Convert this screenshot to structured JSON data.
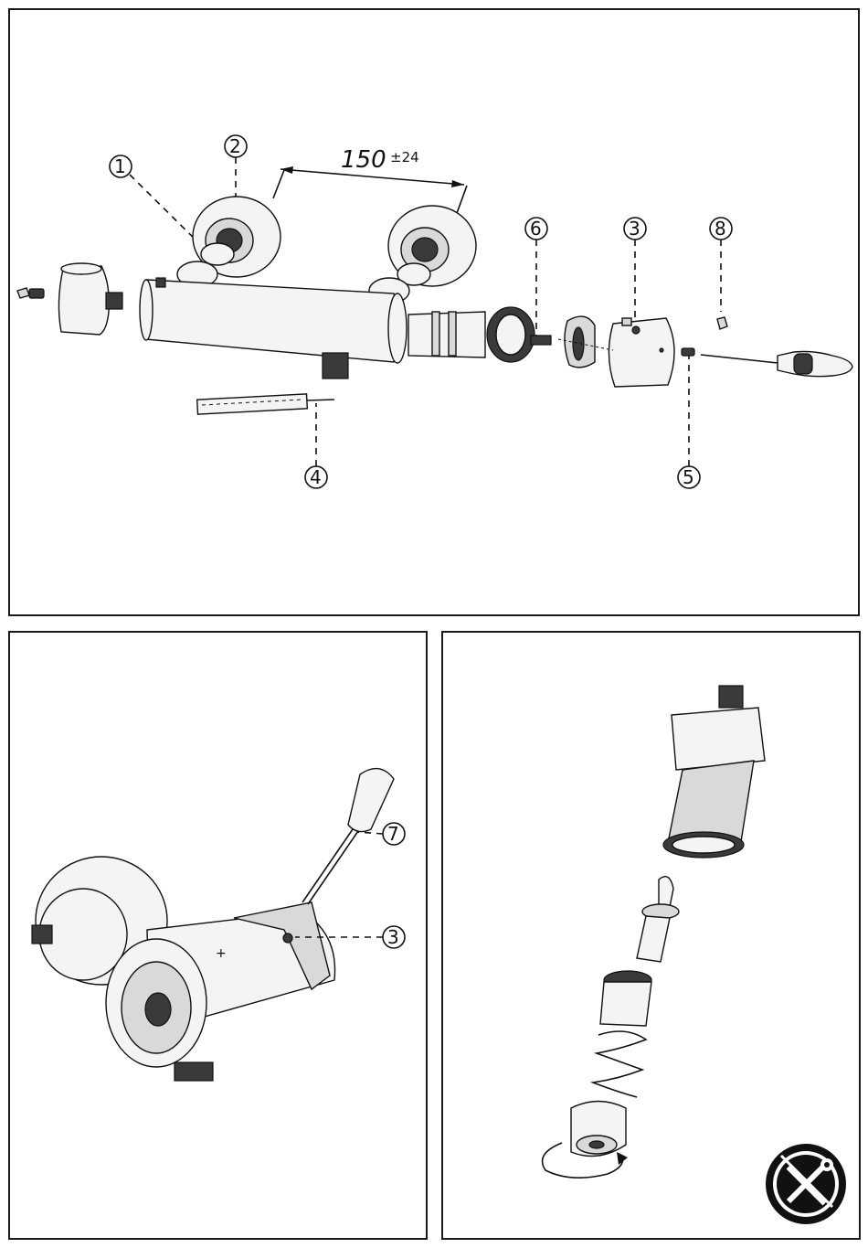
{
  "top_panel": {
    "dimension": {
      "value": "150",
      "tolerance": "±24"
    },
    "callouts": [
      "1",
      "2",
      "6",
      "3",
      "8",
      "4",
      "5"
    ]
  },
  "bottom_left_panel": {
    "callouts": [
      "7",
      "3"
    ]
  },
  "bottom_right_panel": {
    "icon": "no-tools-icon"
  },
  "colors": {
    "line": "#111111",
    "background": "#ffffff"
  }
}
